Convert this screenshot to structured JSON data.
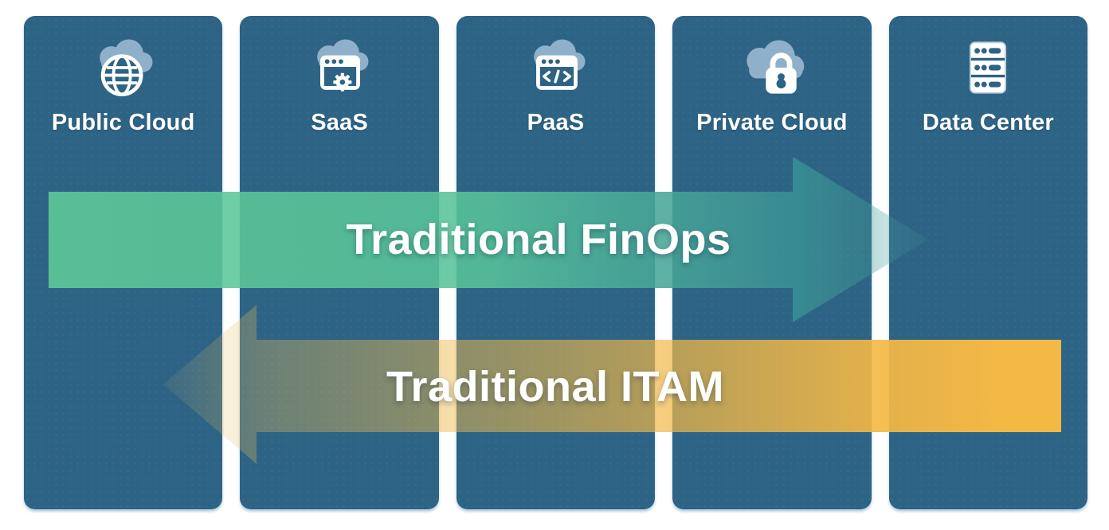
{
  "columns": [
    {
      "label": "Public Cloud",
      "icon": "public-cloud-icon"
    },
    {
      "label": "SaaS",
      "icon": "saas-icon"
    },
    {
      "label": "PaaS",
      "icon": "paas-icon"
    },
    {
      "label": "Private Cloud",
      "icon": "private-cloud-icon"
    },
    {
      "label": "Data Center",
      "icon": "data-center-icon"
    }
  ],
  "arrows": {
    "finops": {
      "label": "Traditional FinOps",
      "direction": "right",
      "gradient_start": "#5ecb97",
      "gradient_end": "#3a9a96"
    },
    "itam": {
      "label": "Traditional ITAM",
      "direction": "left",
      "color": "#f4b845"
    }
  },
  "colors": {
    "background": "#ffffff",
    "panel_blue": "#2d6384",
    "cloud_accent": "#8fb0ca",
    "label_text": "#ffffff"
  }
}
